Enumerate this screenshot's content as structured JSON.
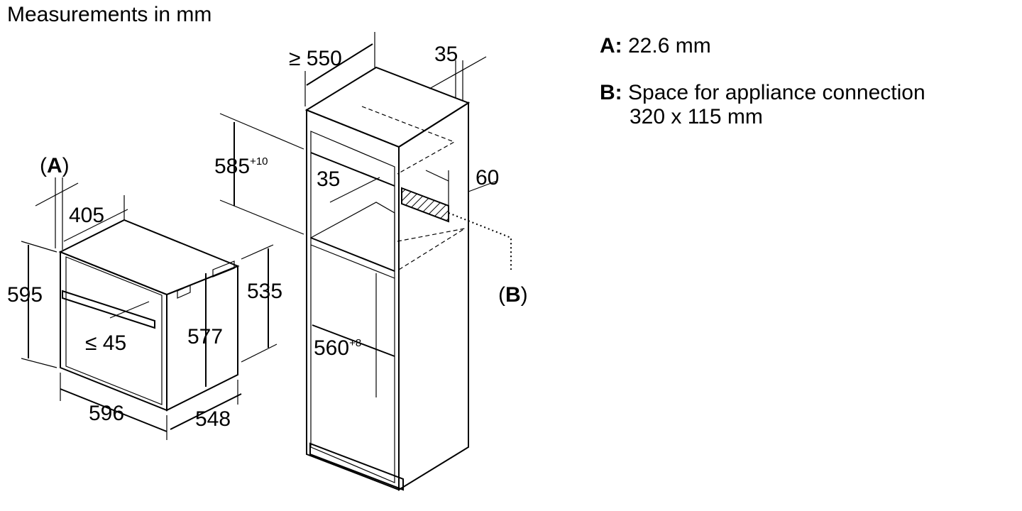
{
  "title": "Measurements in mm",
  "legend": {
    "a_key": "A:",
    "a_text": "22.6 mm",
    "b_key": "B:",
    "b_line1": "Space for appliance connection",
    "b_line2": "320 x 115 mm"
  },
  "dims": {
    "a_label": "A",
    "b_label": "B",
    "d405": "405",
    "d595": "595",
    "d596": "596",
    "d548": "548",
    "d577": "577",
    "d535": "535",
    "d45": "≤ 45",
    "d550": "≥ 550",
    "d35_top": "35",
    "d585": "585",
    "d585_sup": "+10",
    "d35_mid": "35",
    "d60": "60",
    "d560": "560",
    "d560_sup": "+8"
  }
}
